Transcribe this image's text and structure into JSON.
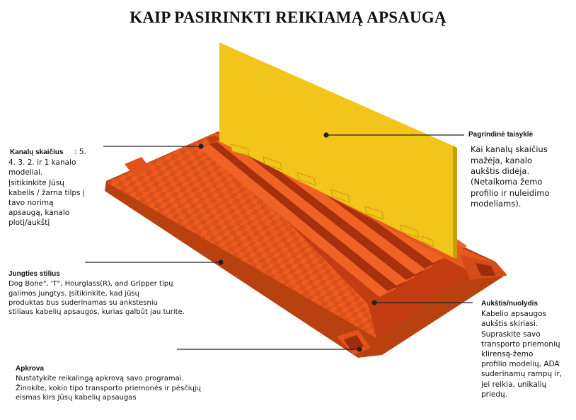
{
  "title": "KAIP PASIRINKTI REIKIAMĄ APSAUGĄ",
  "colors": {
    "ramp_orange": "#ec5a1e",
    "ramp_dark": "#b43410",
    "lid_yellow": "#f2c51a",
    "text": "#111111"
  },
  "annotations": {
    "channels": {
      "heading": "Kanalų skaičius",
      "heading_suffix": ": 5.",
      "body": "4. 3. 2. ir 1 kanalo\nmodeliai.\nĮsitikinkite Jūsų\nkabelis / žarna tilps į\ntavo norimą\napsaugą, kanalo\nplotį/aukštį"
    },
    "main_rule": {
      "heading": "Pagrindinė taisyklė",
      "body": "Kai kanalų skaičius\nmažėja, kanalo\naukštis didėja.\n(Netaikoma žemo\nprofilio ir nuleidimo\nmodeliams)."
    },
    "connector": {
      "heading": "Jungties stilius",
      "body": "Dog Bone\", 'T\", Hourglass(R), and Gripper tipų\ngalimos jungtys. Įsitikinkite, kad jūsų\nproduktas bus suderinamas su ankstesniu\nstiliaus kabelių apsaugos, kurias galbūt jau turite."
    },
    "height": {
      "heading": "Aukštis/nuolydis",
      "body": "Kabelio apsaugos\naukštis skiriasi.\nSupraskite savo\ntransporto priemonių\nklirensą-žemo\nprofilio modelių, ADA\nsuderinamų rampų ir,\njei reikia, unikalių\npriedų."
    },
    "load": {
      "heading": "Apkrova",
      "body": "Nustatykite reikalingą apkrovą savo programai.\nŽinokite, kokio tipo transporto priemonės ir pėsčiųjų\neismas kirs Jūsų kabelių apsaugas"
    }
  }
}
